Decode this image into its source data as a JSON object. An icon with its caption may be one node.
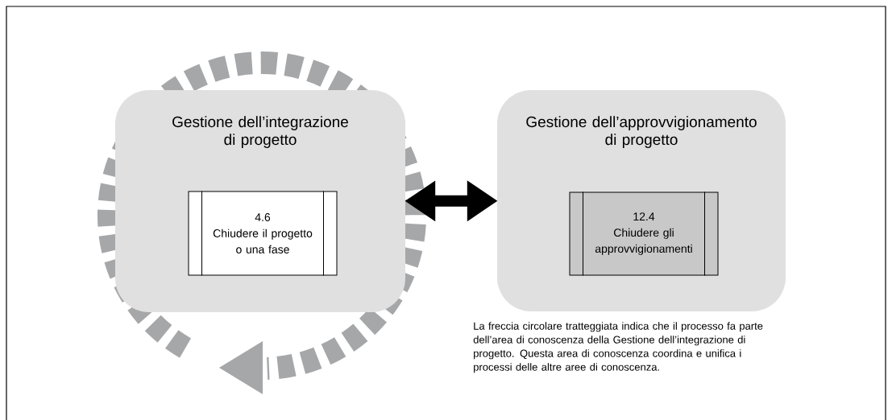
{
  "diagram": {
    "nodes": [
      {
        "text": [
          "Gestione dell’integrazione di progetto"
        ]
      },
      {
        "text": [
          "4.6",
          "Chiudere il progetto o una fase"
        ],
        "in": 0
      },
      {
        "text": [
          "Gestione dell’approvvigionamento di progetto"
        ]
      },
      {
        "text": [
          "12.4",
          "Chiudere gli approvvigionamenti"
        ],
        "in": 2
      }
    ],
    "edges": [
      {
        "from": 0,
        "to": 2,
        "arrow": "both"
      }
    ],
    "labels": [
      "La freccia circolare tratteggiata indica che il processo fa parte dell’area di conoscenza della Gestione dell’integrazione di progetto. Questa area di conoscenza coordina e unifica i processi delle altre aree di conoscenza."
    ]
  }
}
